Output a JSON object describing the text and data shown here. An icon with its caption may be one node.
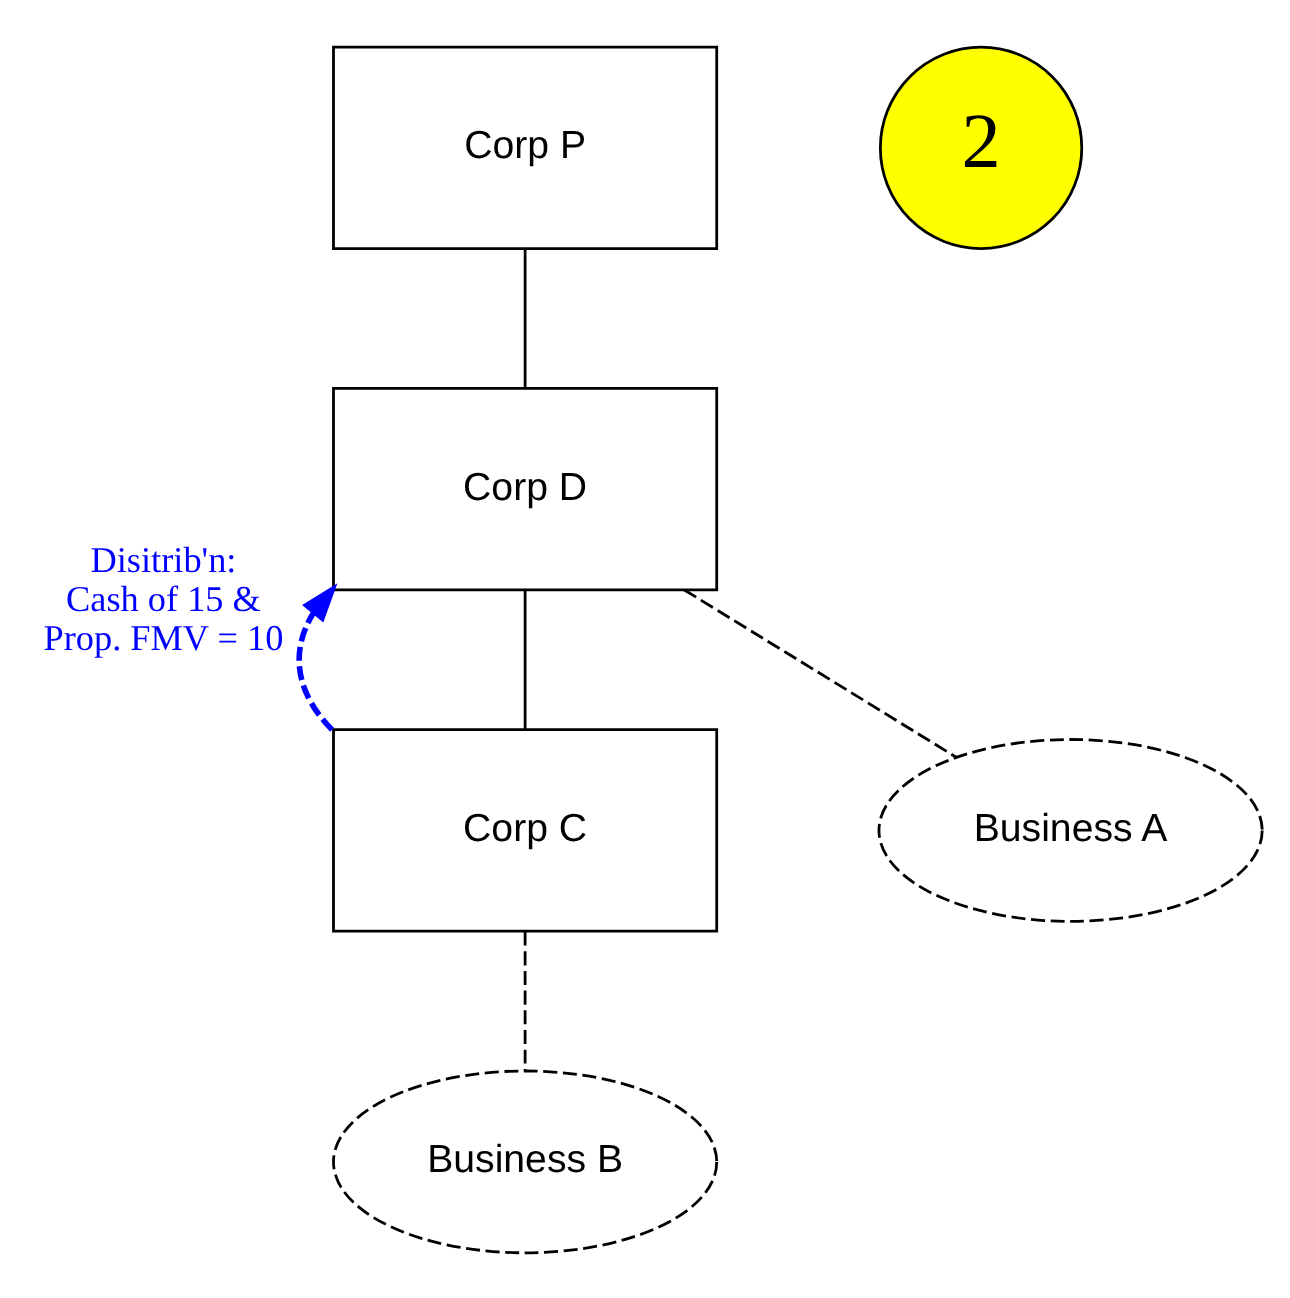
{
  "diagram": {
    "nodes": [
      {
        "text": [
          "Corp P"
        ]
      },
      {
        "text": [
          "Corp D"
        ]
      },
      {
        "text": [
          "Corp C"
        ]
      },
      {
        "text": [
          "Business A"
        ]
      },
      {
        "text": [
          "Business B"
        ]
      },
      {
        "text": [
          "2"
        ]
      }
    ],
    "edges": [
      {
        "from": 0,
        "to": 1,
        "arrow": "none"
      },
      {
        "from": 1,
        "to": 2,
        "arrow": "none"
      },
      {
        "from": 1,
        "to": 3,
        "arrow": "none",
        "style": "dashed"
      },
      {
        "from": 2,
        "to": 4,
        "arrow": "none",
        "style": "dashed"
      },
      {
        "from": 2,
        "to": 1,
        "arrow": "to",
        "label": "Disitrib'n: Cash of 15 & Prop. FMV = 10",
        "style": "dashed",
        "color": "#0000ff"
      }
    ]
  }
}
